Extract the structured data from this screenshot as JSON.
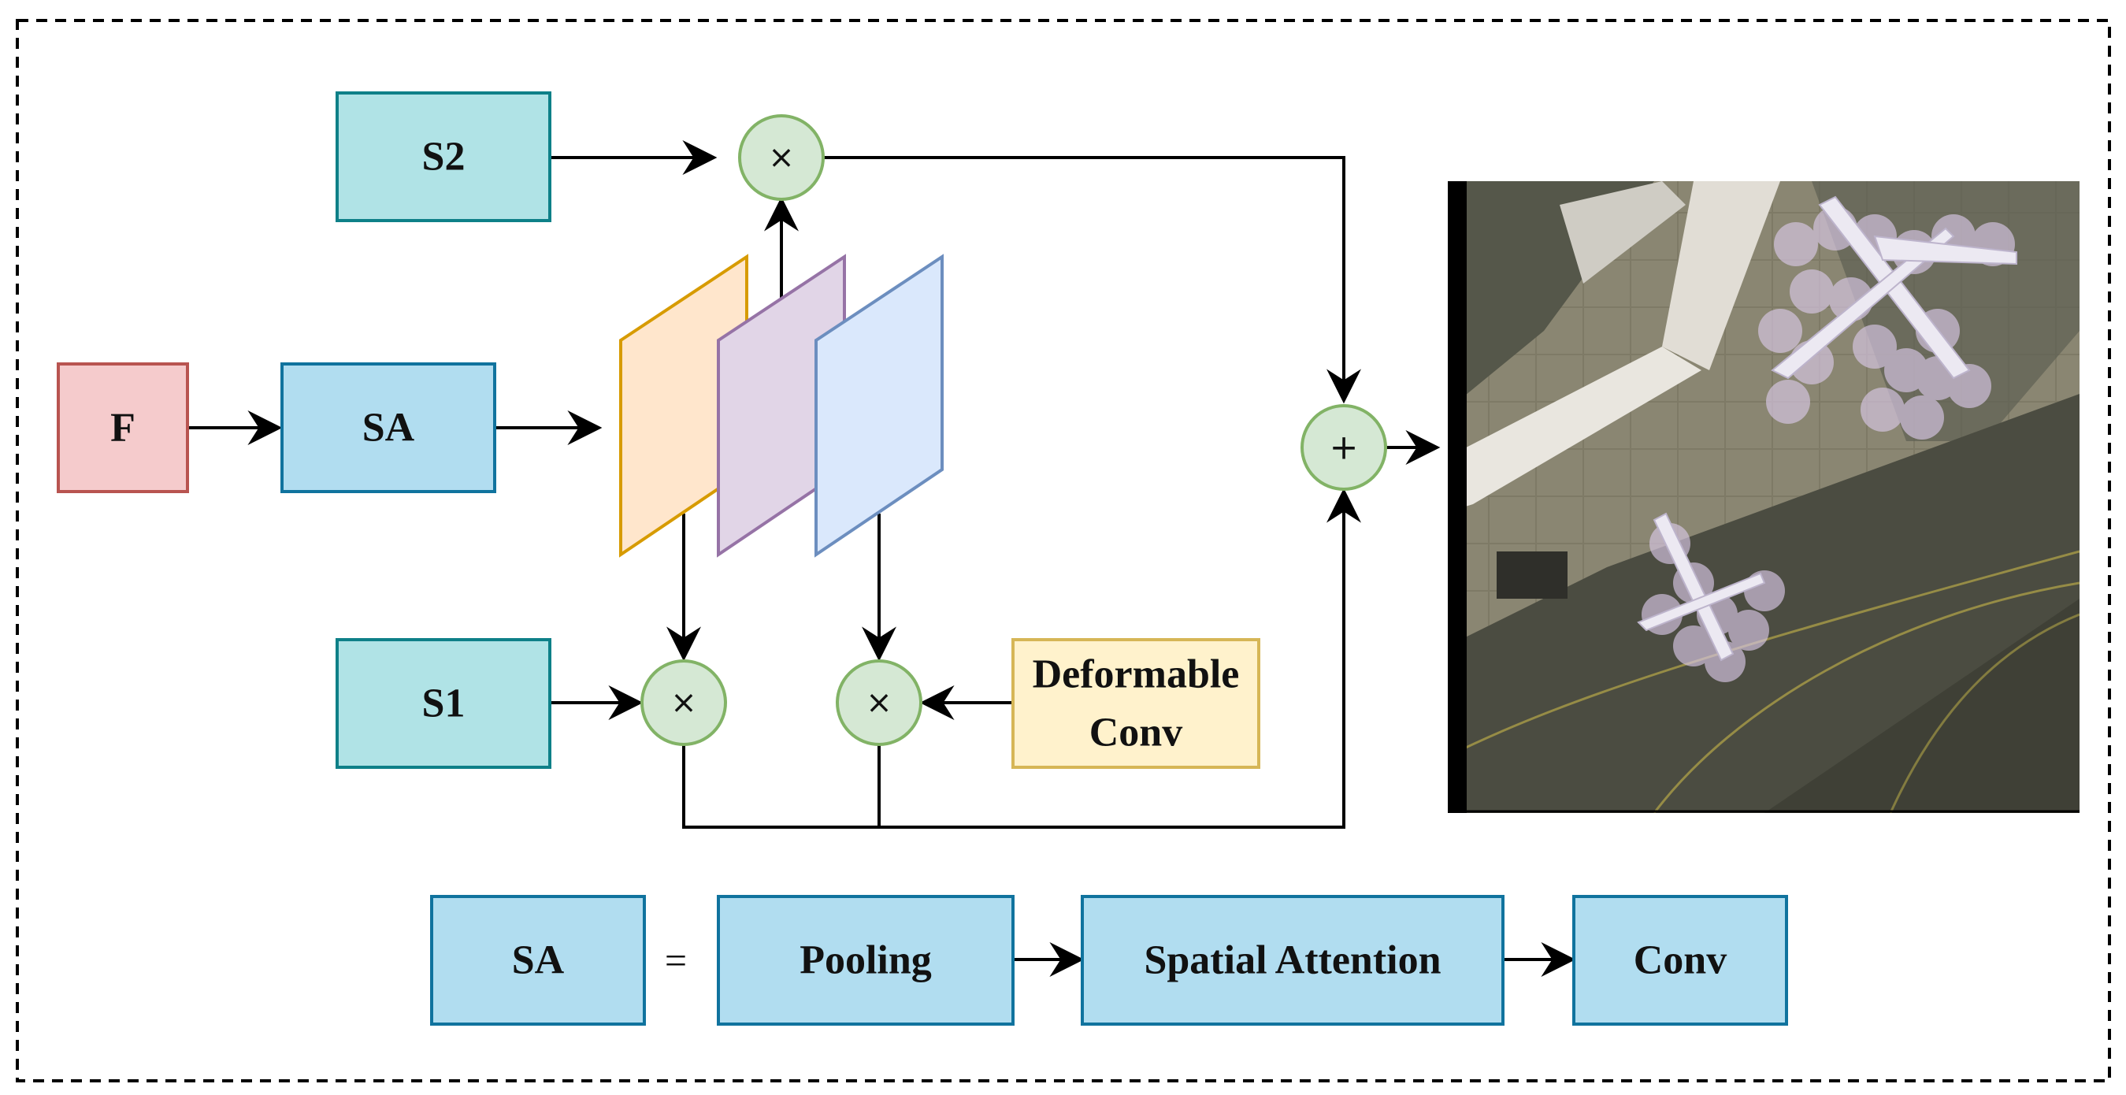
{
  "nodes": {
    "f": "F",
    "sa": "SA",
    "s1": "S1",
    "s2": "S2",
    "deformable_line1": "Deformable",
    "deformable_line2": "Conv"
  },
  "operators": {
    "multiply": "×",
    "add": "+"
  },
  "legend": {
    "sa": "SA",
    "equals": "=",
    "pooling": "Pooling",
    "spatial_attention": "Spatial Attention",
    "conv": "Conv"
  },
  "colors": {
    "f_fill": "#f5cbcc",
    "f_stroke": "#b85450",
    "sa_fill": "#b1ddf0",
    "sa_stroke": "#10739e",
    "s_fill": "#b0e3e6",
    "s_stroke": "#0e8088",
    "deform_fill": "#fff2cc",
    "deform_stroke": "#d6b656",
    "op_fill": "#d5e8d4",
    "op_stroke": "#82b366",
    "plane_orange_fill": "#ffe6cc",
    "plane_orange_stroke": "#d79b00",
    "plane_purple_fill": "#e1d5e7",
    "plane_purple_stroke": "#9673a6",
    "plane_blue_fill": "#dae8fc",
    "plane_blue_stroke": "#6c8ebf"
  },
  "image_panel": {
    "content": "aerial-airport-photo-with-aircraft-and-attention-circles"
  }
}
